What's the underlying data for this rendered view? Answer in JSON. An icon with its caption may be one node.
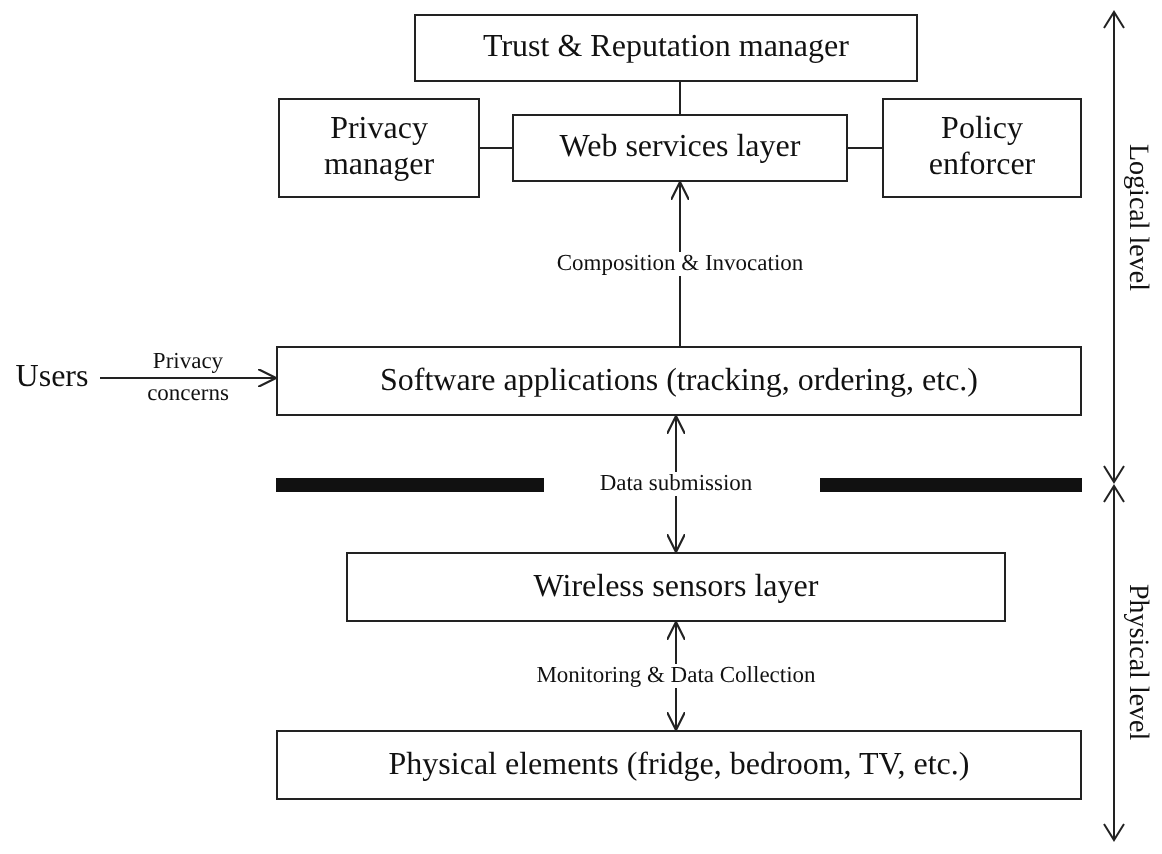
{
  "diagram": {
    "nodes": [
      {
        "text": [
          "Trust & Reputation manager"
        ]
      },
      {
        "text": [
          "Privacy manager"
        ]
      },
      {
        "text": [
          "Web services layer"
        ]
      },
      {
        "text": [
          "Policy enforcer"
        ]
      },
      {
        "text": [
          "Users"
        ]
      },
      {
        "text": [
          "Software applications (tracking, ordering, etc.)"
        ]
      },
      {
        "text": [
          "Wireless sensors layer"
        ]
      },
      {
        "text": [
          "Physical elements (fridge, bedroom, TV, etc.)"
        ]
      }
    ],
    "edges": [
      {
        "from": 0,
        "to": 2,
        "arrow": "none"
      },
      {
        "from": 1,
        "to": 2,
        "arrow": "none"
      },
      {
        "from": 2,
        "to": 3,
        "arrow": "none"
      },
      {
        "from": 5,
        "to": 2,
        "arrow": "to",
        "label": "Composition & Invocation"
      },
      {
        "from": 4,
        "to": 5,
        "arrow": "to",
        "label": "Privacy concerns"
      },
      {
        "from": 5,
        "to": 6,
        "arrow": "both",
        "label": "Data submission"
      },
      {
        "from": 6,
        "to": 7,
        "arrow": "both",
        "label": "Monitoring & Data Collection"
      }
    ],
    "labels": [
      "Logical level",
      "Physical level"
    ]
  }
}
